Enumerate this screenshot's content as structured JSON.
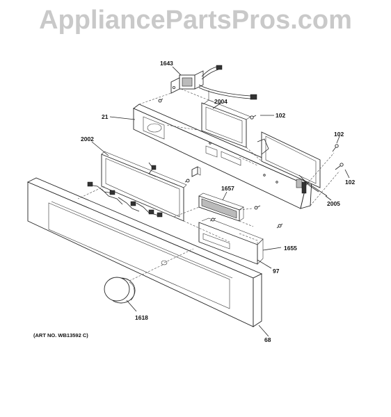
{
  "watermark": "AppliancePartsPros.com",
  "art_number": "(ART NO. WB13592 C)",
  "callouts": {
    "p1643": "1643",
    "p21": "21",
    "p2004": "2004",
    "p102a": "102",
    "p102b": "102",
    "p102c": "102",
    "p2002": "2002",
    "p1657": "1657",
    "p2005": "2005",
    "p1655": "1655",
    "p97": "97",
    "p1618": "1618",
    "p68": "68"
  }
}
